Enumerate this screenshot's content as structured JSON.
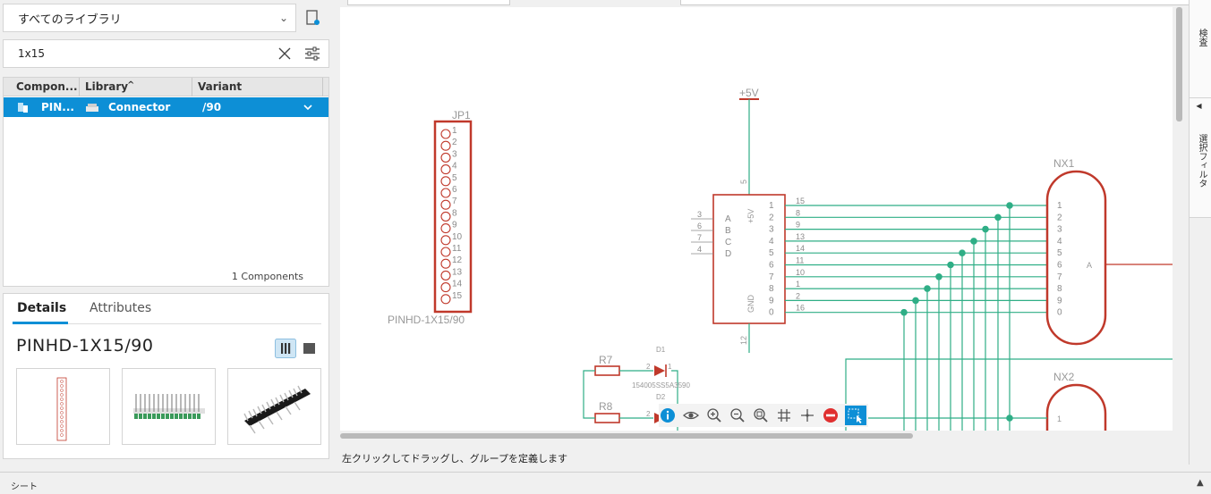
{
  "library_panel": {
    "library_select": "すべてのライブラリ",
    "search_value": "1x15",
    "columns": [
      "Compon...",
      "Library",
      "Variant"
    ],
    "sort_indicator": "^",
    "row": {
      "component": "PIN...",
      "library": "Connector",
      "variant": "/90"
    },
    "footer": "1 Components"
  },
  "details": {
    "tabs": [
      "Details",
      "Attributes"
    ],
    "part_name": "PINHD-1X15/90"
  },
  "schematic": {
    "jp1_name": "JP1",
    "jp1_value": "PINHD-1X15/90",
    "jp1_pins": [
      "1",
      "2",
      "3",
      "4",
      "5",
      "6",
      "7",
      "8",
      "9",
      "10",
      "11",
      "12",
      "13",
      "14",
      "15"
    ],
    "supply": "+5V",
    "ic_supply_pin": "5",
    "ic_gnd_pin": "12",
    "ic_pwr": "+5V",
    "ic_gnd": "GND",
    "ic_left_pins": [
      "3",
      "6",
      "7",
      "4"
    ],
    "ic_left_labels": [
      "A",
      "B",
      "C",
      "D"
    ],
    "ic_right_labels": [
      "1",
      "2",
      "3",
      "4",
      "5",
      "6",
      "7",
      "8",
      "9",
      "0"
    ],
    "ic_right_pins": [
      "15",
      "8",
      "9",
      "13",
      "14",
      "11",
      "10",
      "1",
      "2",
      "16"
    ],
    "nx1_name": "NX1",
    "nx2_name": "NX2",
    "nx_pins": [
      "1",
      "2",
      "3",
      "4",
      "5",
      "6",
      "7",
      "8",
      "9",
      "0"
    ],
    "nx_common": "A",
    "r7": "R7",
    "r8": "R8",
    "d1": "D1",
    "d2": "D2",
    "led_value": "154005SS5A3590",
    "led_pins": [
      "2",
      "1"
    ]
  },
  "right_tabs": [
    "検査",
    "選択フィルタ"
  ],
  "hint": "左クリックしてドラッグし、グループを定義します",
  "status": "シート",
  "colors": {
    "accent": "#0d8fd6",
    "wire": "#2fae86",
    "symbol": "#c0392b",
    "text_gray": "#8a8a8a"
  }
}
